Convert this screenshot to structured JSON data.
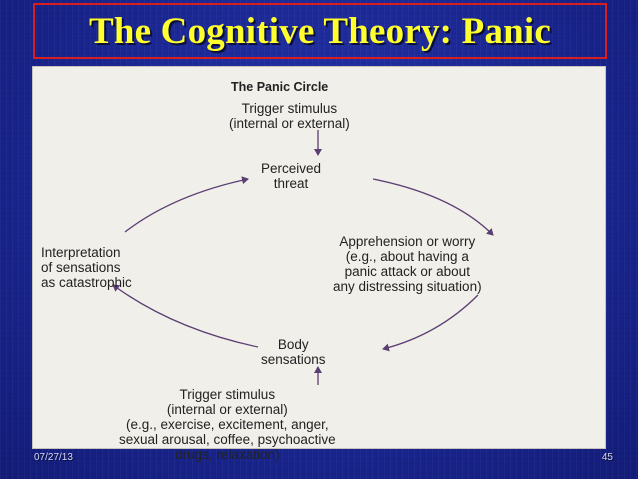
{
  "slide": {
    "title": "The Cognitive Theory: Panic",
    "date": "07/27/13",
    "page_number": "45"
  },
  "diagram": {
    "heading": "The Panic Circle",
    "trigger_top": "Trigger stimulus\n(internal or external)",
    "perceived_threat": "Perceived\nthreat",
    "apprehension": "Apprehension or worry\n(e.g., about having a\npanic attack or about\nany distressing situation)",
    "body_sensations": "Body\nsensations",
    "interpretation": "Interpretation\nof sensations\nas catastrophic",
    "trigger_bottom": "Trigger stimulus\n(internal or external)\n(e.g., exercise, excitement, anger,\nsexual arousal, coffee, psychoactive\ndrugs, relaxation)"
  },
  "colors": {
    "background": "#1c2a96",
    "title_text": "#ffff2e",
    "title_border": "#d81e1e",
    "arrow": "#5a3f73"
  }
}
